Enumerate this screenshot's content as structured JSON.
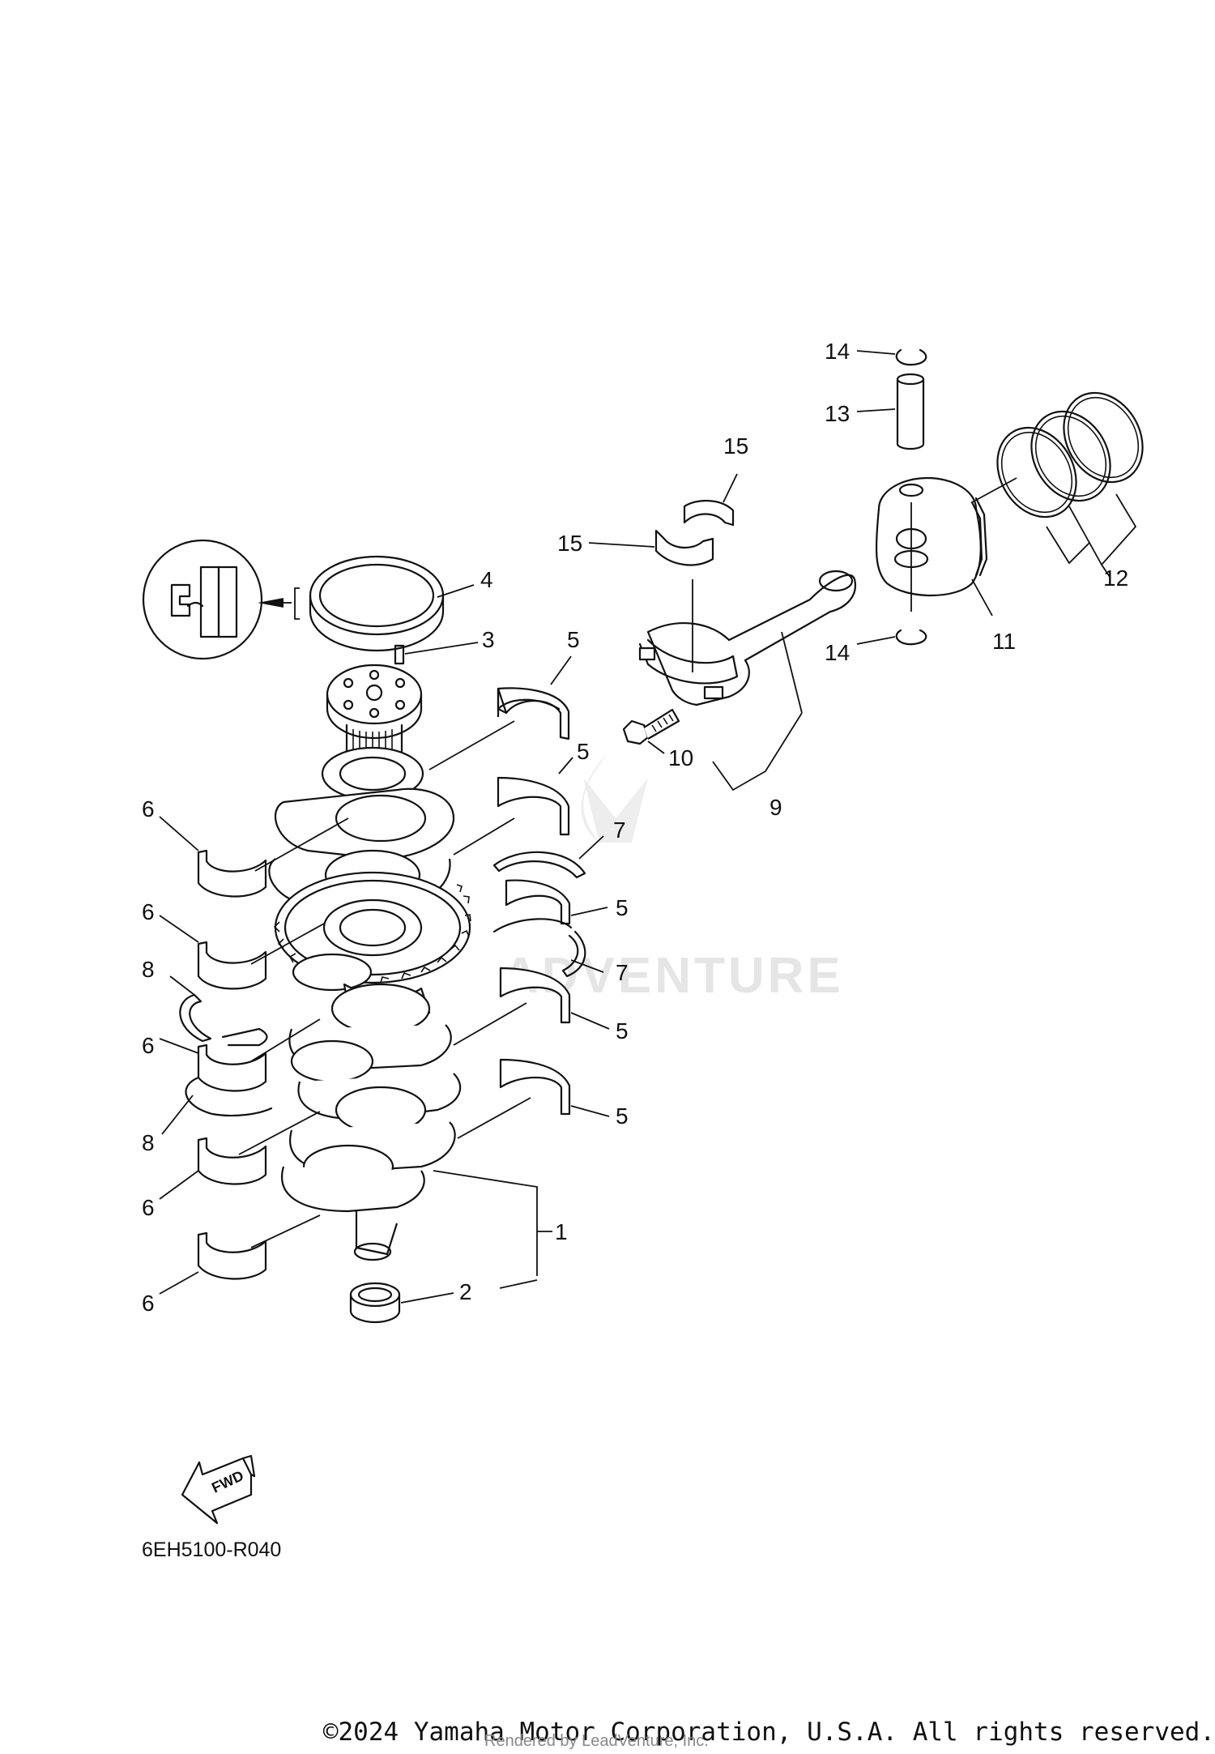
{
  "diagram": {
    "callouts": [
      "1",
      "2",
      "3",
      "4",
      "5",
      "6",
      "7",
      "8",
      "9",
      "10",
      "11",
      "12",
      "13",
      "14",
      "15"
    ],
    "figure_code": "6EH5100-R040",
    "fwd_label": "FWD",
    "watermark": "ADVENTURE"
  },
  "footer": {
    "copyright": "©2024 Yamaha Motor Corporation, U.S.A. All rights reserved.",
    "rendered_by": "Rendered by LeadVenture, Inc."
  }
}
